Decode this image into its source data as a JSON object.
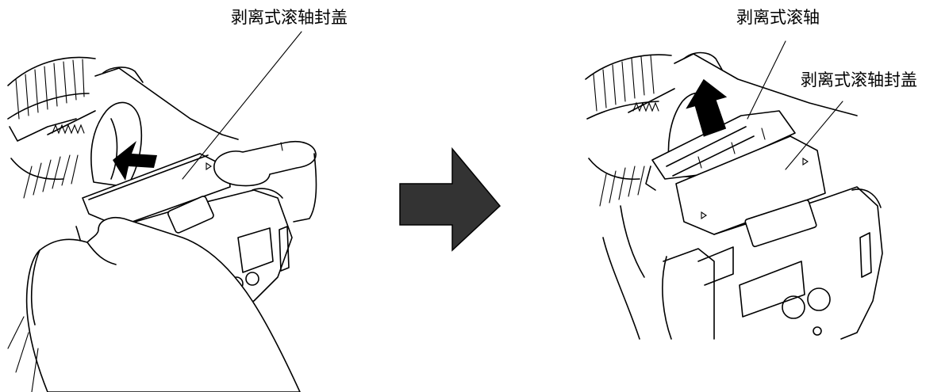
{
  "labels": {
    "left_callout": "剥离式滚轴封盖",
    "right_roller_callout": "剥离式滚轴",
    "right_cover_callout": "剥离式滚轴封盖"
  },
  "icons": {
    "transition": "right-arrow-icon",
    "push_left": "push-arrow-icon",
    "push_right": "up-arrow-icon"
  },
  "colors": {
    "line": "#000000",
    "transition_arrow": "#333333",
    "background": "#ffffff"
  }
}
